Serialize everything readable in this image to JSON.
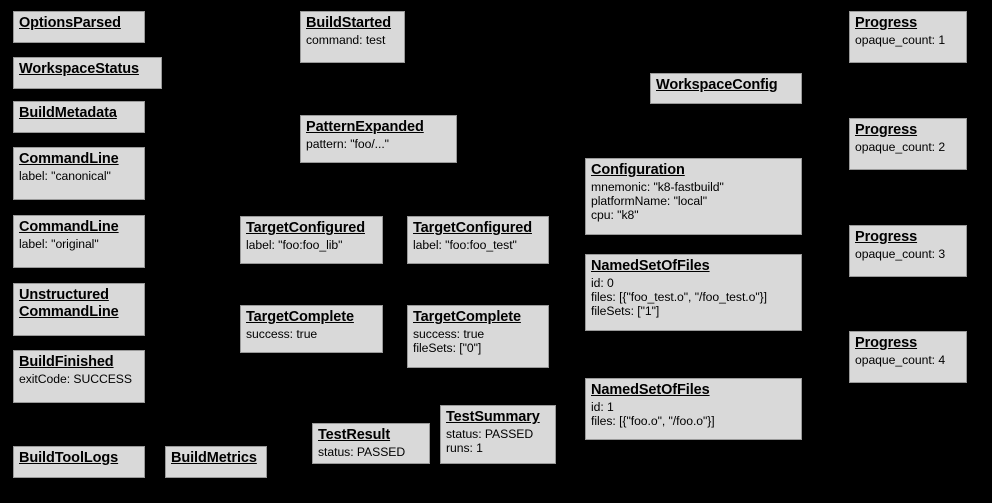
{
  "diagram": {
    "background_color": "#000000",
    "node_fill_color": "#d9d9d9",
    "node_border_color": "#9a9a9a",
    "text_color": "#000000",
    "nodes": [
      {
        "id": "options-parsed",
        "title": "OptionsParsed",
        "fields": []
      },
      {
        "id": "workspace-status",
        "title": "WorkspaceStatus",
        "fields": []
      },
      {
        "id": "build-metadata",
        "title": "BuildMetadata",
        "fields": []
      },
      {
        "id": "command-line-canonical",
        "title": "CommandLine",
        "fields": [
          "label: \"canonical\""
        ]
      },
      {
        "id": "command-line-original",
        "title": "CommandLine",
        "fields": [
          "label: \"original\""
        ]
      },
      {
        "id": "unstructured-command-line",
        "title": "Unstructured\nCommandLine",
        "fields": []
      },
      {
        "id": "build-finished",
        "title": "BuildFinished",
        "fields": [
          "exitCode: SUCCESS"
        ]
      },
      {
        "id": "build-tool-logs",
        "title": "BuildToolLogs",
        "fields": []
      },
      {
        "id": "build-metrics",
        "title": "BuildMetrics",
        "fields": []
      },
      {
        "id": "build-started",
        "title": "BuildStarted",
        "fields": [
          "command: test"
        ]
      },
      {
        "id": "pattern-expanded",
        "title": "PatternExpanded",
        "fields": [
          "pattern: \"foo/...\""
        ]
      },
      {
        "id": "target-configured-lib",
        "title": "TargetConfigured",
        "fields": [
          "label: \"foo:foo_lib\""
        ]
      },
      {
        "id": "target-configured-test",
        "title": "TargetConfigured",
        "fields": [
          "label: \"foo:foo_test\""
        ]
      },
      {
        "id": "target-complete-lib",
        "title": "TargetComplete",
        "fields": [
          "success: true"
        ]
      },
      {
        "id": "target-complete-test",
        "title": "TargetComplete",
        "fields": [
          "success: true",
          "fileSets: [\"0\"]"
        ]
      },
      {
        "id": "test-result",
        "title": "TestResult",
        "fields": [
          "status: PASSED"
        ]
      },
      {
        "id": "test-summary",
        "title": "TestSummary",
        "fields": [
          "status: PASSED",
          "runs: 1"
        ]
      },
      {
        "id": "workspace-config",
        "title": "WorkspaceConfig",
        "fields": []
      },
      {
        "id": "configuration",
        "title": "Configuration",
        "fields": [
          "mnemonic: \"k8-fastbuild\"",
          "platformName: \"local\"",
          "cpu: \"k8\""
        ]
      },
      {
        "id": "named-set-of-files-0",
        "title": "NamedSetOfFiles",
        "fields": [
          "id: 0",
          "files: [{\"foo_test.o\", \"/foo_test.o\"}]",
          "fileSets: [\"1\"]"
        ]
      },
      {
        "id": "named-set-of-files-1",
        "title": "NamedSetOfFiles",
        "fields": [
          "id: 1",
          "files: [{\"foo.o\", \"/foo.o\"}]"
        ]
      },
      {
        "id": "progress-1",
        "title": "Progress",
        "fields": [
          "opaque_count: 1"
        ]
      },
      {
        "id": "progress-2",
        "title": "Progress",
        "fields": [
          "opaque_count: 2"
        ]
      },
      {
        "id": "progress-3",
        "title": "Progress",
        "fields": [
          "opaque_count: 3"
        ]
      },
      {
        "id": "progress-4",
        "title": "Progress",
        "fields": [
          "opaque_count: 4"
        ]
      }
    ]
  }
}
